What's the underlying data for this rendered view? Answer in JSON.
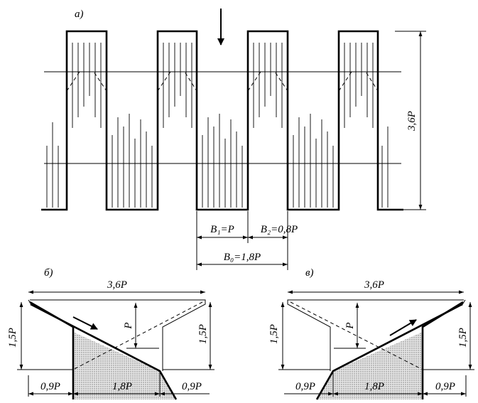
{
  "panels": {
    "a": "a)",
    "b": "б)",
    "c": "в)"
  },
  "dims": {
    "total": "3,6P",
    "b1": "B₁=P",
    "b2": "B₂=0,8P",
    "b0": "B₀=1,8P",
    "depth": "1,5P",
    "p": "P",
    "bottom_mid": "1,8P",
    "bottom_side": "0,9P"
  },
  "colors": {
    "line": "#000000",
    "fill": "#d9d9d9"
  }
}
